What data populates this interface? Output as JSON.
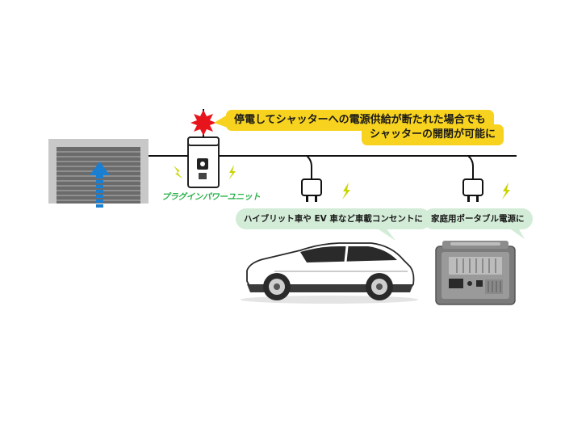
{
  "callout": {
    "line1": "停電してシャッターへの電源供給が断たれた場合でも",
    "line2": "シャッターの開閉が可能に"
  },
  "unit": {
    "label": "プラグインパワーユニット"
  },
  "bubbles": {
    "car": "ハイブリット車や EV 車など車載コンセントに",
    "portable": "家庭用ポータブル電源に"
  },
  "colors": {
    "callout_yellow": "#f7d21f",
    "bubble_green": "#d3ecd7",
    "label_green": "#2bb24c",
    "spark_yellow_green": "#c8d400",
    "alert_red": "#e8141c",
    "arrow_blue": "#1a7fd1"
  },
  "icons": [
    "shutter-icon",
    "plug-icon",
    "spark-icon",
    "alert-burst-icon",
    "car-illustration",
    "portable-power-station-illustration"
  ]
}
